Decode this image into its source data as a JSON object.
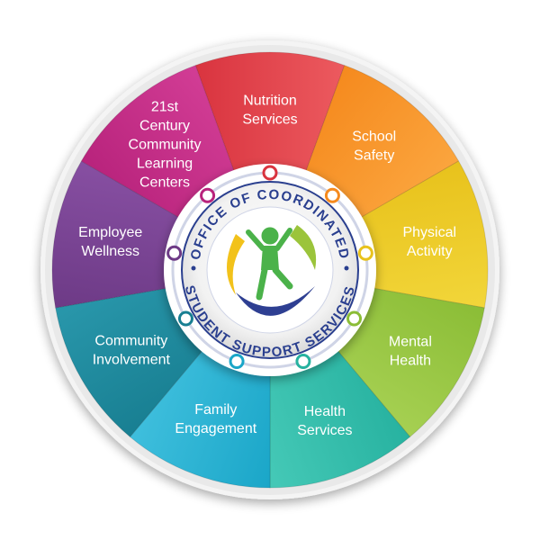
{
  "segments": [
    {
      "id": "nutrition",
      "lines": [
        "Nutrition",
        "Services"
      ],
      "color": "#d9343f",
      "color_light": "#ec5a5f"
    },
    {
      "id": "safety",
      "lines": [
        "School",
        "Safety"
      ],
      "color": "#f58a1e",
      "color_light": "#fba53e"
    },
    {
      "id": "physical",
      "lines": [
        "Physical",
        "Activity"
      ],
      "color": "#e8c21c",
      "color_light": "#f2d63a"
    },
    {
      "id": "mental",
      "lines": [
        "Mental",
        "Health"
      ],
      "color": "#8bbd36",
      "color_light": "#a6d052"
    },
    {
      "id": "health",
      "lines": [
        "Health",
        "Services"
      ],
      "color": "#27b2a0",
      "color_light": "#45c9b7"
    },
    {
      "id": "family",
      "lines": [
        "Family",
        "Engagement"
      ],
      "color": "#1aa6c8",
      "color_light": "#3fbfdd"
    },
    {
      "id": "community",
      "lines": [
        "Community",
        "Involvement"
      ],
      "color": "#187f92",
      "color_light": "#2997ab"
    },
    {
      "id": "wellness",
      "lines": [
        "Employee",
        "Wellness"
      ],
      "color": "#6d3a86",
      "color_light": "#874fa2"
    },
    {
      "id": "centers",
      "lines": [
        "21st",
        "Century",
        "Community",
        "Learning",
        "Centers"
      ],
      "color": "#b8237c",
      "color_light": "#d23d95"
    }
  ],
  "seal": {
    "top_text": "OFFICE OF COORDINATED",
    "bottom_text": "STUDENT SUPPORT SERVICES",
    "text_color": "#2a3f8f",
    "figure_color": "#4bb24a",
    "swoosh_colors": [
      "#f2c21b",
      "#2e3f92"
    ]
  },
  "connector_colors": [
    "#d9343f",
    "#f58a1e",
    "#e8c21c",
    "#8bbd36",
    "#27b2a0",
    "#1aa6c8",
    "#187f92",
    "#6d3a86",
    "#b8237c"
  ]
}
